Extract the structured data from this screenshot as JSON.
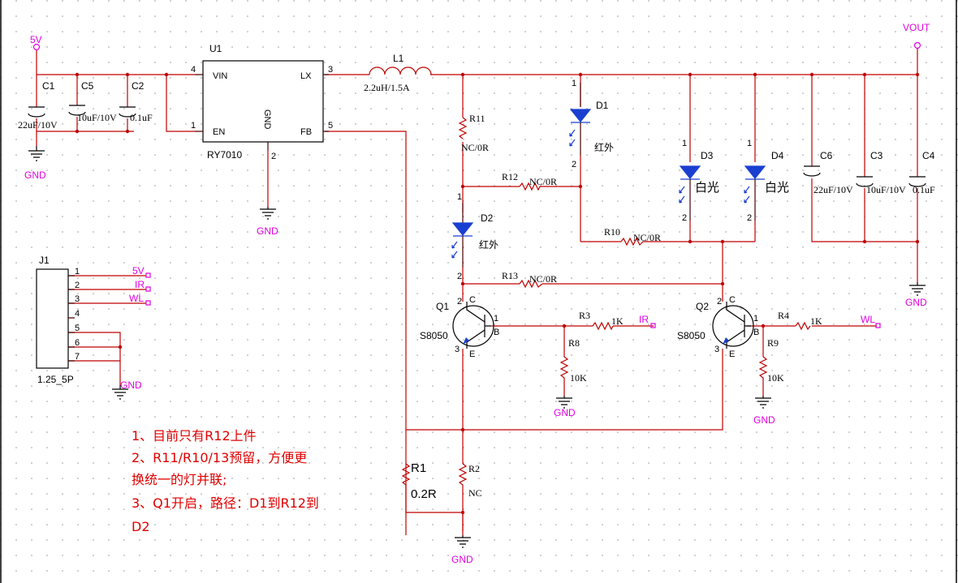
{
  "nets": {
    "v5": "5V",
    "vout": "VOUT",
    "gnd": "GND",
    "ir": "IR",
    "wl": "WL"
  },
  "u1": {
    "ref": "U1",
    "part": "RY7010",
    "vin": "VIN",
    "lx": "LX",
    "en": "EN",
    "fb": "FB",
    "gnd": "GND",
    "pin_vin": "4",
    "pin_lx": "3",
    "pin_en": "1",
    "pin_fb": "5",
    "pin_gnd": "2"
  },
  "l1": {
    "ref": "L1",
    "value": "2.2uH/1.5A"
  },
  "caps": {
    "c1": {
      "ref": "C1",
      "value": "22uF/10V"
    },
    "c5": {
      "ref": "C5",
      "value": "10uF/10V"
    },
    "c2": {
      "ref": "C2",
      "value": "0.1uF"
    },
    "c6": {
      "ref": "C6",
      "value": "22uF/10V"
    },
    "c3": {
      "ref": "C3",
      "value": "10uF/10V"
    },
    "c4": {
      "ref": "C4",
      "value": "0.1uF"
    }
  },
  "res": {
    "r11": {
      "ref": "R11",
      "value": "NC/0R"
    },
    "r12": {
      "ref": "R12",
      "value": "NC/0R"
    },
    "r10": {
      "ref": "R10",
      "value": "NC/0R"
    },
    "r13": {
      "ref": "R13",
      "value": "NC/0R"
    },
    "r3": {
      "ref": "R3",
      "value": "1K"
    },
    "r4": {
      "ref": "R4",
      "value": "1K"
    },
    "r8": {
      "ref": "R8",
      "value": "10K"
    },
    "r9": {
      "ref": "R9",
      "value": "10K"
    },
    "r1": {
      "ref": "R1",
      "value": "0.2R"
    },
    "r2": {
      "ref": "R2",
      "value": "NC"
    }
  },
  "diodes": {
    "d1": {
      "ref": "D1",
      "label": "红外"
    },
    "d2": {
      "ref": "D2",
      "label": "红外"
    },
    "d3": {
      "ref": "D3",
      "label": "白光"
    },
    "d4": {
      "ref": "D4",
      "label": "白光"
    }
  },
  "pins": {
    "one": "1",
    "two": "2",
    "three": "3"
  },
  "transistors": {
    "q1": {
      "ref": "Q1",
      "part": "S8050",
      "c": "C",
      "b": "B",
      "e": "E"
    },
    "q2": {
      "ref": "Q2",
      "part": "S8050",
      "c": "C",
      "b": "B",
      "e": "E"
    }
  },
  "j1": {
    "ref": "J1",
    "part": "1.25_5P",
    "pins": [
      "1",
      "2",
      "3",
      "4",
      "5",
      "6",
      "7"
    ]
  },
  "notes": [
    "1、目前只有R12上件",
    "2、R11/R10/13预留，方便更",
    "换统一的灯并联;",
    "3、Q1开启，路径：D1到R12到",
    "D2"
  ],
  "colors": {
    "wire": "#c00000",
    "net_label": "#e000e0",
    "led_body": "#1a3fd0",
    "note": "#e00000"
  }
}
